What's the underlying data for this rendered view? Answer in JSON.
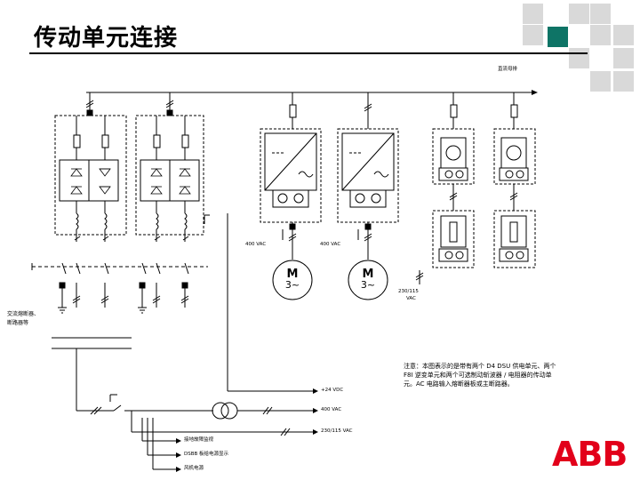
{
  "title": "传动单元连接",
  "labels": {
    "dc_bus": "直流母排",
    "v400_left": "400 VAC",
    "v400_right": "400 VAC",
    "v230_line1": "230/115",
    "v230_line2": "VAC",
    "ac_fuse_line1": "交流熔断器、",
    "ac_fuse_line2": "断路器等",
    "v24": "+24 VDC",
    "v400_bus": "400 VAC",
    "v230_bus": "230/115 VAC",
    "earth_fault": "接地故障监视",
    "dsbb": "DSBB 板给电源显示",
    "fan": "风机电源"
  },
  "motors": [
    {
      "symbol": "M",
      "phase": "3~"
    },
    {
      "symbol": "M",
      "phase": "3~"
    }
  ],
  "note": "注意：本图表示的是带有两个 D4 DSU 供电单元、两个 F8I 逆变单元和两个可选制动斩波器 / 电阻器的传动单元。AC 电路输入熔断器板或主断路器。",
  "logo_text": "ABB",
  "colors": {
    "accent": "#0e7466",
    "decor": "#d9d9d9",
    "logo": "#e2001a"
  }
}
